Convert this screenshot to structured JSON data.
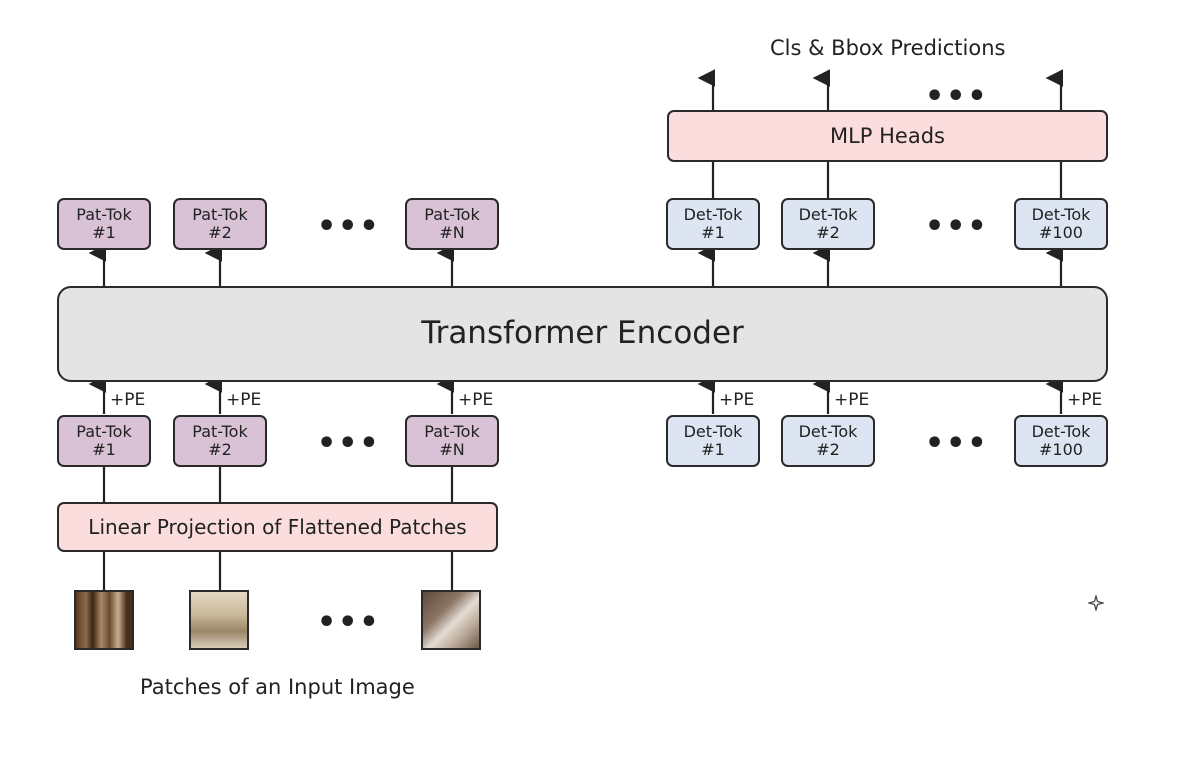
{
  "diagram": {
    "output_label": "Cls & Bbox Predictions",
    "mlp_heads_label": "MLP Heads",
    "encoder_label": "Transformer Encoder",
    "projection_label": "Linear Projection of Flattened Patches",
    "input_label": "Patches of an Input Image",
    "pe_label": "+PE",
    "ellipsis": "•••",
    "patch_token_name": "Pat-Tok",
    "det_token_name": "Det-Tok",
    "patch_token_ids": [
      "#1",
      "#2",
      "#N"
    ],
    "det_token_ids": [
      "#1",
      "#2",
      "#100"
    ],
    "colors": {
      "patch_token_fill": "#d9c2d6",
      "det_token_fill": "#dde5f3",
      "projection_fill": "#fbdddd",
      "encoder_fill": "#e4e4e4"
    }
  }
}
